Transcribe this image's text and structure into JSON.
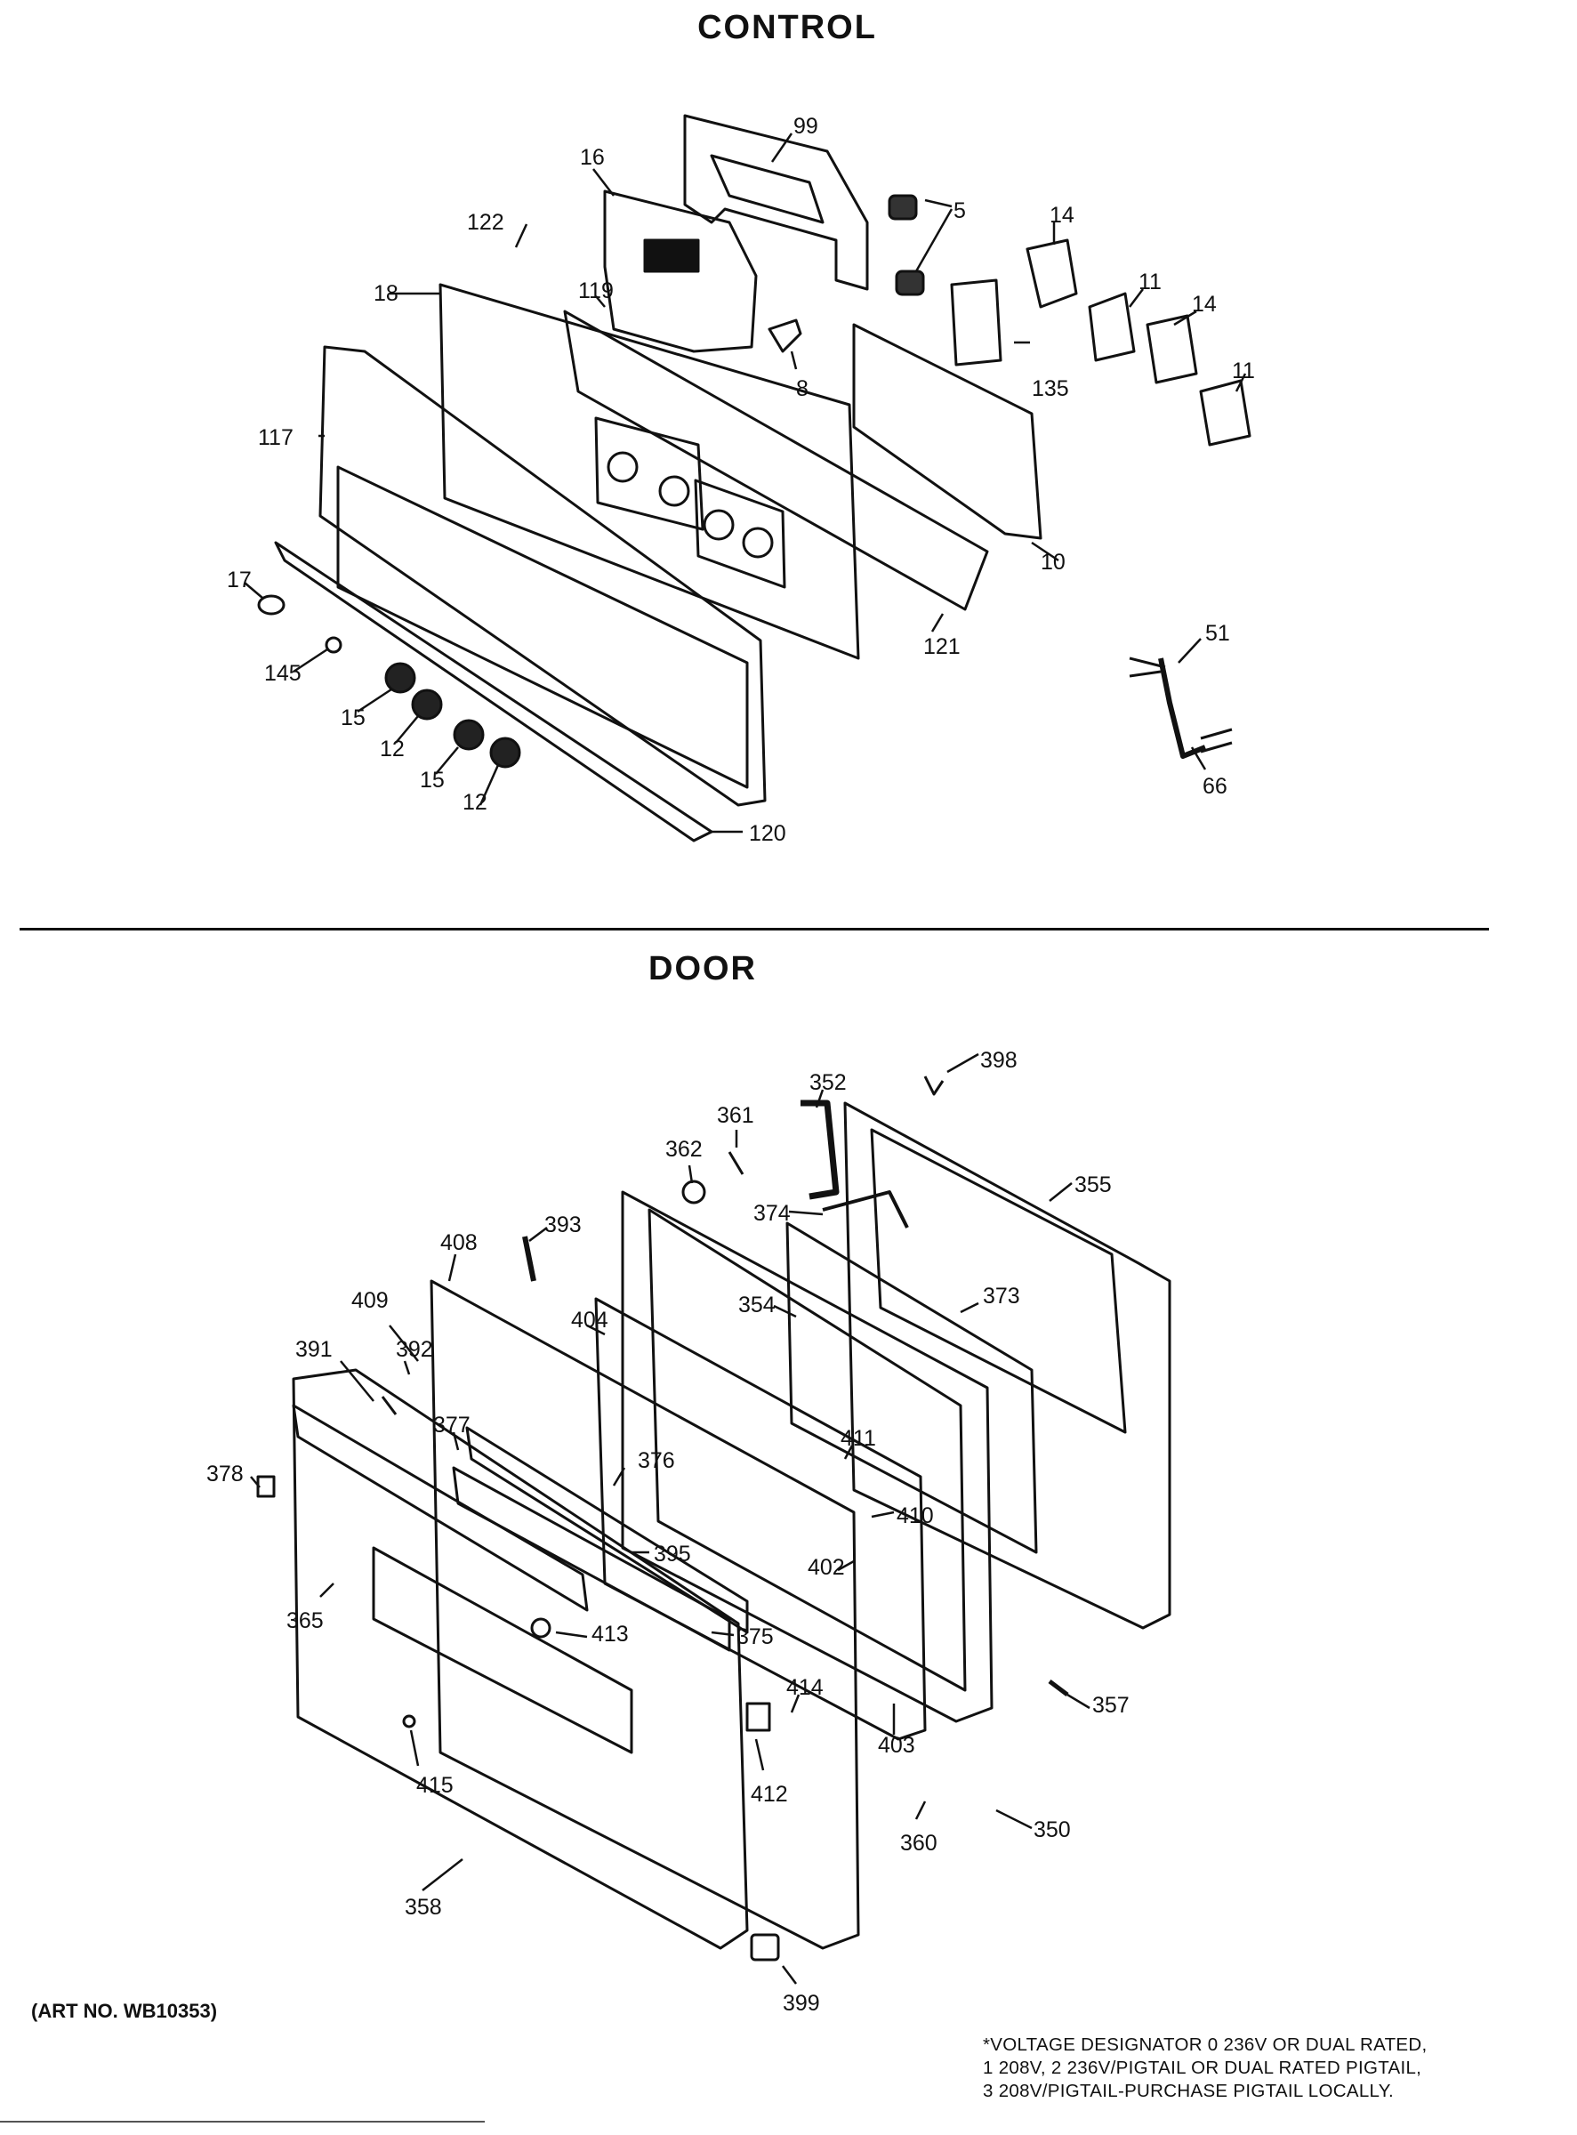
{
  "sections": {
    "control_title": "CONTROL",
    "door_title": "DOOR"
  },
  "control_parts": [
    "99",
    "16",
    "5",
    "14",
    "122",
    "11",
    "14",
    "18",
    "119",
    "8",
    "135",
    "11",
    "117",
    "10",
    "17",
    "121",
    "51",
    "145",
    "15",
    "12",
    "15",
    "12",
    "66",
    "120"
  ],
  "door_parts": [
    "398",
    "352",
    "361",
    "362",
    "355",
    "374",
    "393",
    "408",
    "373",
    "354",
    "404",
    "409",
    "392",
    "391",
    "377",
    "411",
    "376",
    "378",
    "410",
    "395",
    "402",
    "365",
    "413",
    "375",
    "414",
    "357",
    "403",
    "415",
    "412",
    "360",
    "350",
    "358",
    "399"
  ],
  "footer": {
    "art_no": "(ART NO. WB10353)",
    "voltage_note": [
      "*VOLTAGE DESIGNATOR 0 236V OR DUAL RATED,",
      "1 208V, 2 236V/PIGTAIL OR DUAL RATED PIGTAIL,",
      "3 208V/PIGTAIL-PURCHASE PIGTAIL LOCALLY."
    ]
  },
  "colors": {
    "ink": "#111111",
    "paper": "#ffffff"
  }
}
